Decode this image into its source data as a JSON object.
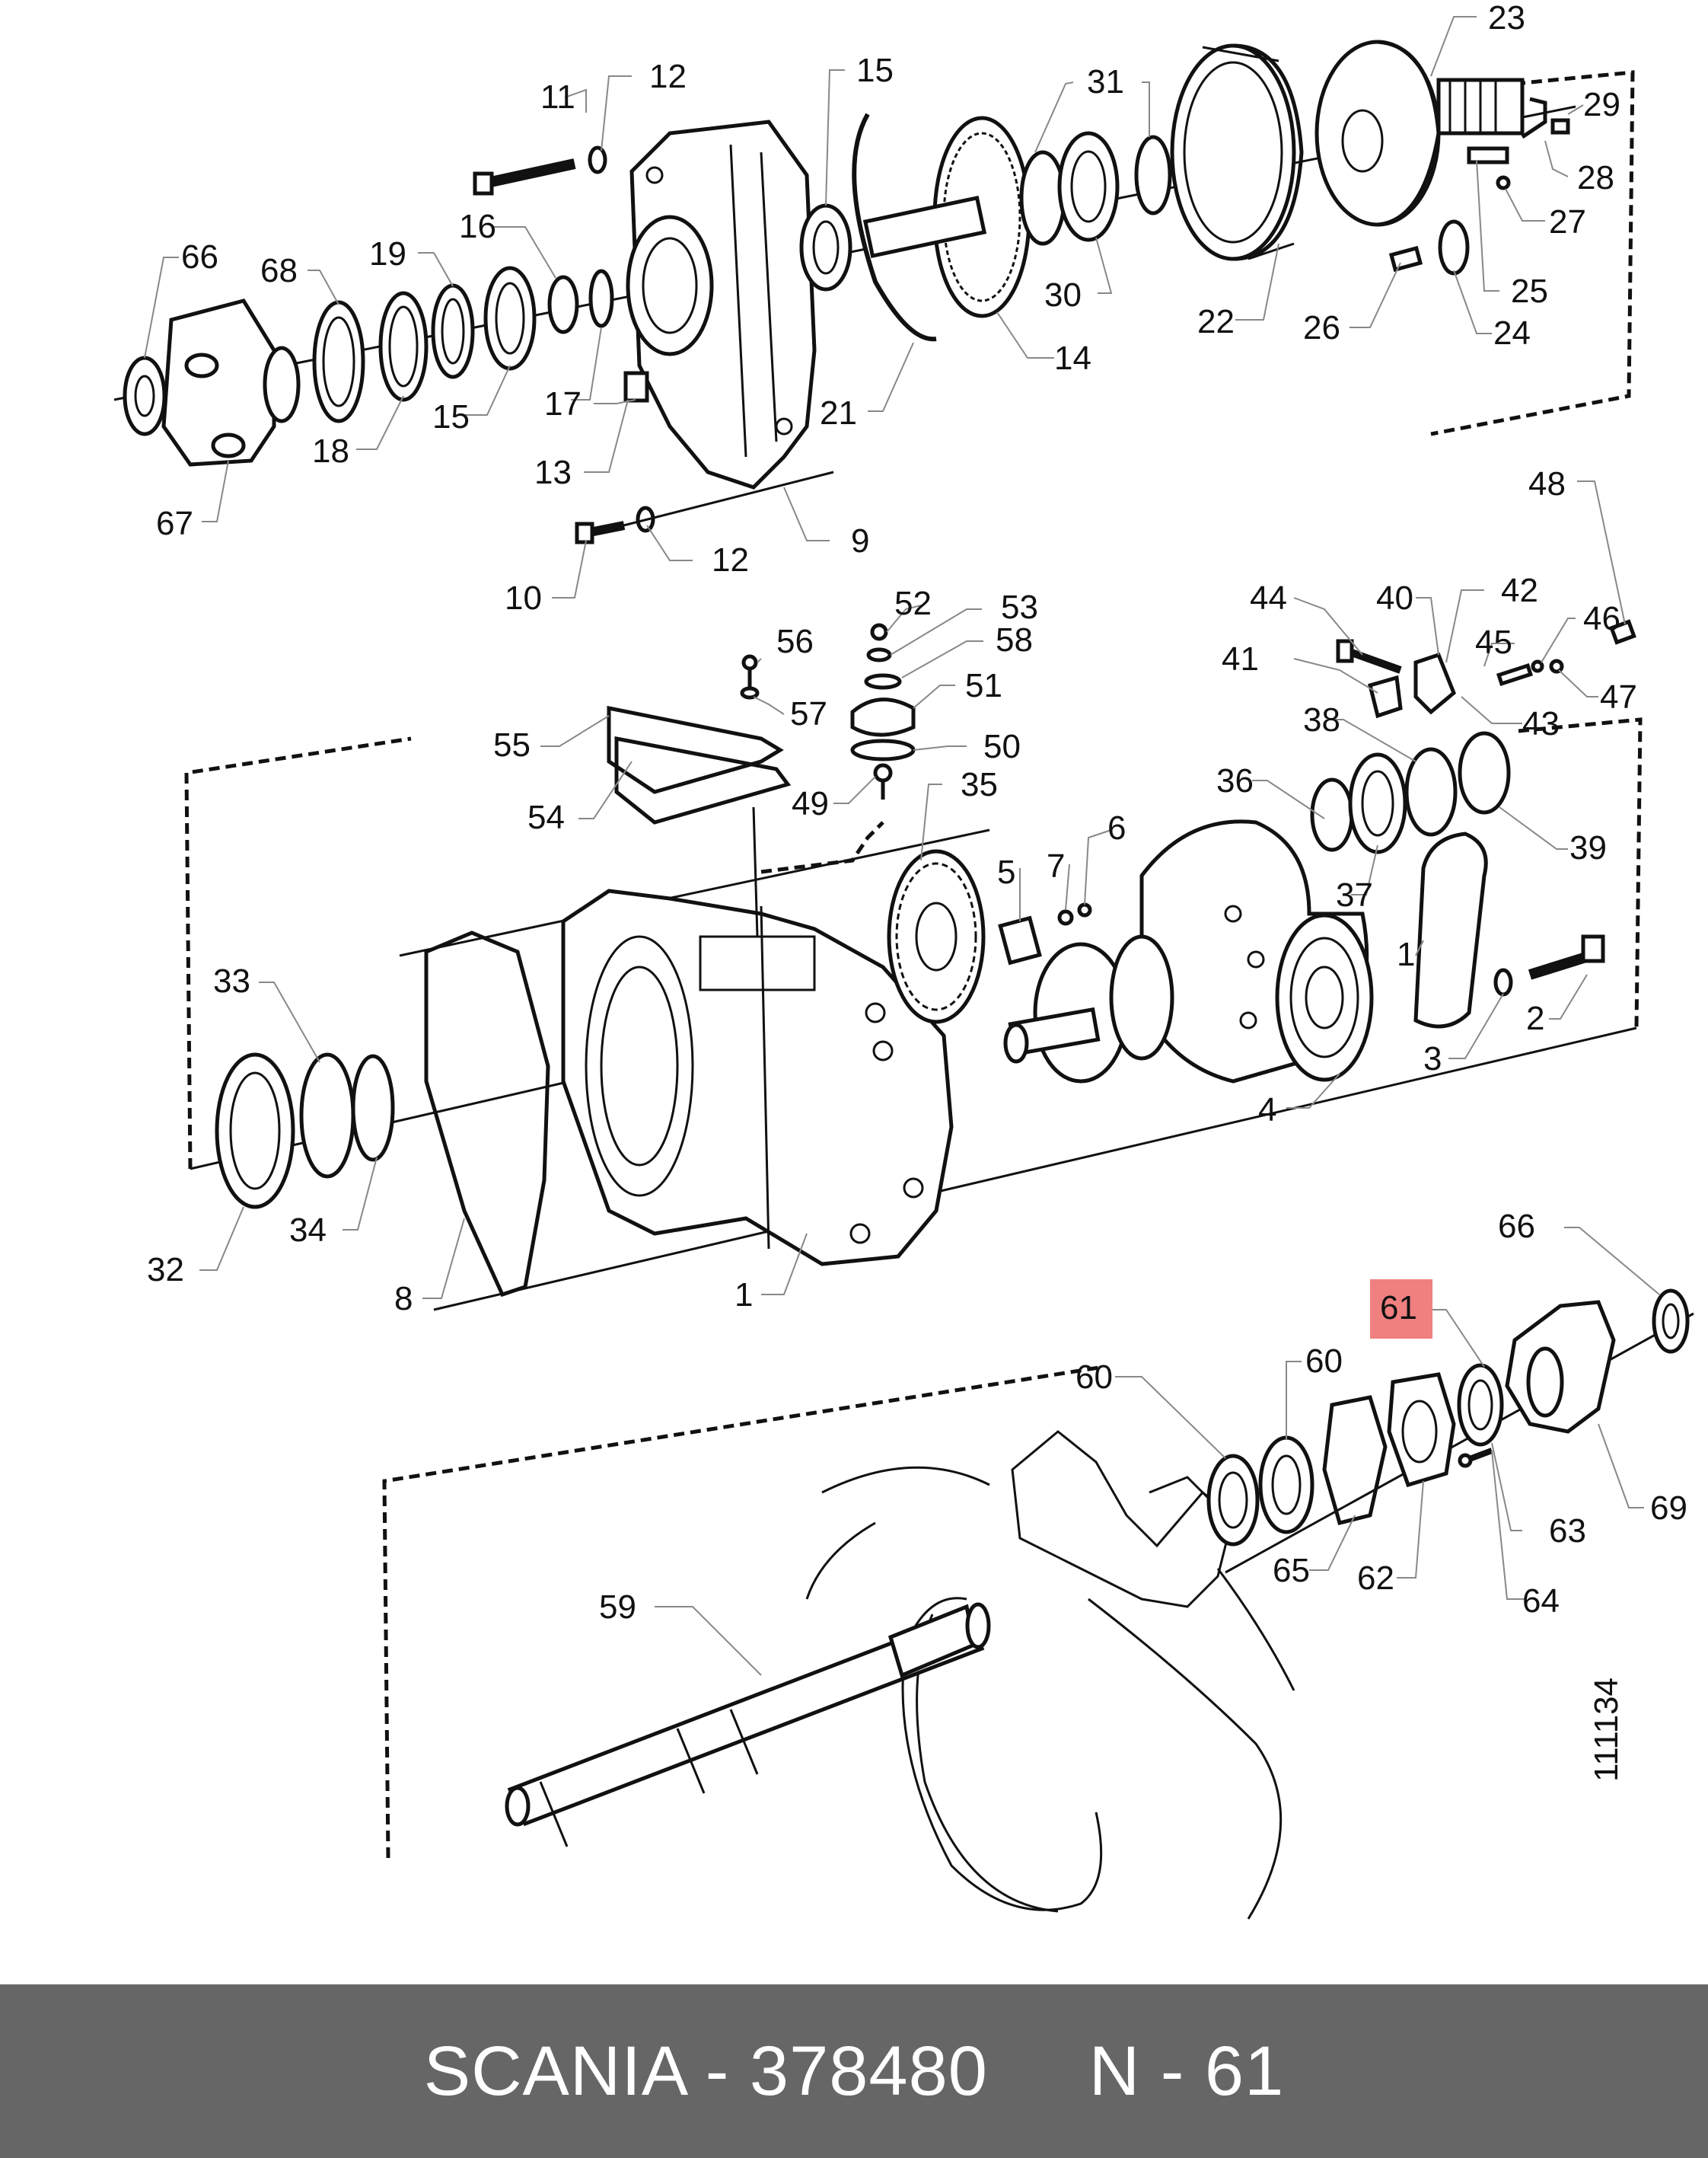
{
  "diagram": {
    "labels": {
      "n1a": "1",
      "n1b": "1",
      "n2": "2",
      "n3": "3",
      "n4": "4",
      "n5": "5",
      "n6": "6",
      "n7": "7",
      "n8": "8",
      "n9": "9",
      "n10": "10",
      "n11": "11",
      "n12a": "12",
      "n12b": "12",
      "n13": "13",
      "n14": "14",
      "n15a": "15",
      "n15b": "15",
      "n16": "16",
      "n17": "17",
      "n18": "18",
      "n19": "19",
      "n21": "21",
      "n22": "22",
      "n23": "23",
      "n24": "24",
      "n25": "25",
      "n26": "26",
      "n27": "27",
      "n28": "28",
      "n29": "29",
      "n30": "30",
      "n31": "31",
      "n32": "32",
      "n33": "33",
      "n34": "34",
      "n35": "35",
      "n36": "36",
      "n37": "37",
      "n38": "38",
      "n39": "39",
      "n40": "40",
      "n41": "41",
      "n42": "42",
      "n43": "43",
      "n44": "44",
      "n45": "45",
      "n46": "46",
      "n47": "47",
      "n48": "48",
      "n49": "49",
      "n50": "50",
      "n51": "51",
      "n52": "52",
      "n53": "53",
      "n54": "54",
      "n55": "55",
      "n56": "56",
      "n57": "57",
      "n58": "58",
      "n59": "59",
      "n60a": "60",
      "n60b": "60",
      "n61": "61",
      "n62": "62",
      "n63": "63",
      "n64": "64",
      "n65": "65",
      "n66a": "66",
      "n66b": "66",
      "n67": "67",
      "n68": "68",
      "n69": "69"
    },
    "drawing_number": "111134",
    "highlight_color": "#f08080"
  },
  "footer": {
    "text": "SCANIA - 378480     N - 61",
    "background": "#666666",
    "color": "#ffffff"
  }
}
